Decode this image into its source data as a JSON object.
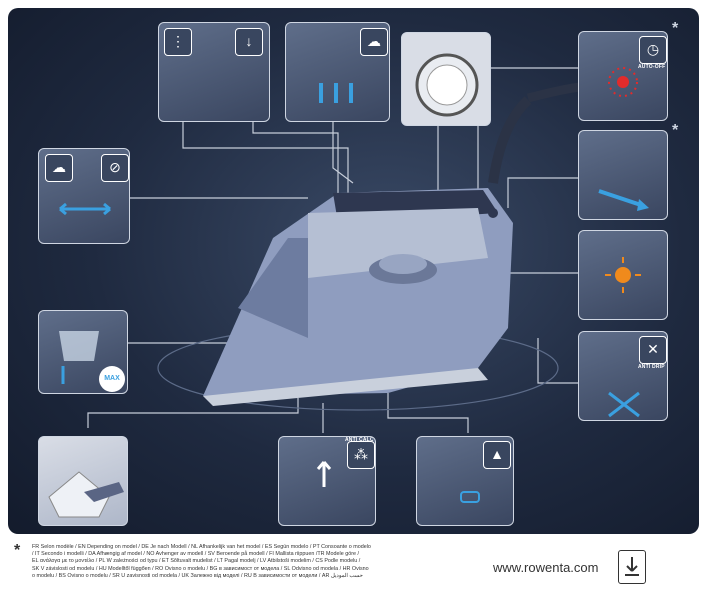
{
  "thumbnails": {
    "auto_off_label": "AUTO-OFF",
    "anti_drip_label": "ANTI DRIP",
    "anti_calc_label": "ANTI CALC",
    "max_label": "MAX",
    "asterisk": "*"
  },
  "footer": {
    "asterisk": "*",
    "disclaimer_lines": [
      "FR Selon modèle / EN Depending on model / DE Je nach Modell / NL Afhankelijk van het model / ES Según modelo / PT Consoante o modelo",
      "/ IT Secondo i modelli / DA Afhængig af model / NO Avhenger av modell / SV Beroende på modell / FI Mallista riippuen /TR Modele göre /",
      "EL ανάλογα με το μοντέλο / PL W zależności od typu / ET Sõltuvalt mudelist / LT Pagal modelį / LV Atbilstoši modelim / CS Podle modelu /",
      "SK V závislosti od modelu / HU Modelltől függően / RO Ovisno o modelu / BG в зависимост от модела / SL Odvisno od modela / HR Ovisno",
      "o modelu / BS Ovisno o modelu / SR U zavisnosti od modela / UK Залежно від моделі / RU В зависимости от модели / AR حسب الموديل"
    ],
    "website": "www.rowenta.com",
    "download_icon": "download-document-icon"
  },
  "colors": {
    "background": "#1f2a40",
    "iron_body": "#8f9dbf",
    "accent_red": "#e22b2b",
    "accent_orange": "#f08a1c",
    "accent_blue": "#3aa0e0"
  }
}
